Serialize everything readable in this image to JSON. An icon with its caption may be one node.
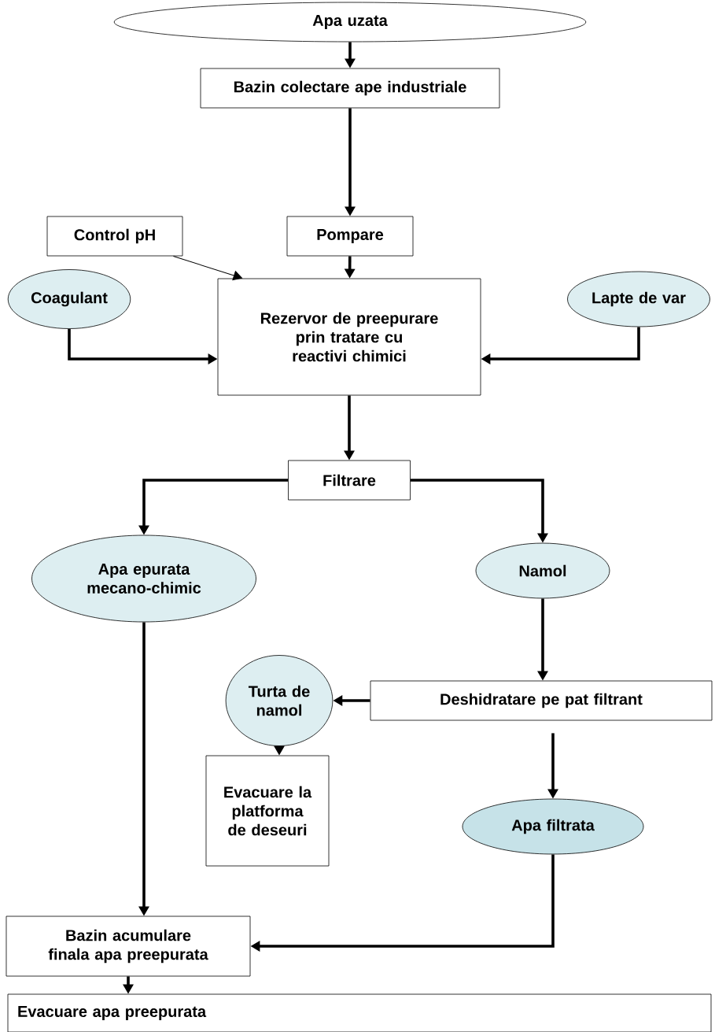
{
  "diagram": {
    "nodes": [
      {
        "text": [
          "Apa uzata"
        ]
      },
      {
        "text": [
          "Bazin colectare ape industriale"
        ]
      },
      {
        "text": [
          "Control pH"
        ]
      },
      {
        "text": [
          "Pompare"
        ]
      },
      {
        "text": [
          "Coagulant"
        ]
      },
      {
        "text": [
          "Rezervor de preepurare prin tratare cu reactivi chimici"
        ]
      },
      {
        "text": [
          "Lapte de var"
        ]
      },
      {
        "text": [
          "Filtrare"
        ]
      },
      {
        "text": [
          "Apa epurata mecano-chimic"
        ]
      },
      {
        "text": [
          "Namol"
        ]
      },
      {
        "text": [
          "Turta de namol"
        ]
      },
      {
        "text": [
          "Deshidratare pe pat filtrant"
        ]
      },
      {
        "text": [
          "Evacuare la platforma de deseuri"
        ]
      },
      {
        "text": [
          "Apa filtrata"
        ]
      },
      {
        "text": [
          "Bazin acumulare finala apa preepurata"
        ]
      },
      {
        "text": [
          "Evacuare apa preepurata"
        ]
      }
    ],
    "edges": [
      {
        "from": 0,
        "to": 1,
        "arrow": "to"
      },
      {
        "from": 1,
        "to": 3,
        "arrow": "to"
      },
      {
        "from": 3,
        "to": 5,
        "arrow": "to"
      },
      {
        "from": 2,
        "to": 5,
        "arrow": "to"
      },
      {
        "from": 4,
        "to": 5,
        "arrow": "to"
      },
      {
        "from": 6,
        "to": 5,
        "arrow": "to"
      },
      {
        "from": 5,
        "to": 7,
        "arrow": "to"
      },
      {
        "from": 7,
        "to": 8,
        "arrow": "to"
      },
      {
        "from": 7,
        "to": 9,
        "arrow": "to"
      },
      {
        "from": 9,
        "to": 11,
        "arrow": "to"
      },
      {
        "from": 11,
        "to": 10,
        "arrow": "to"
      },
      {
        "from": 10,
        "to": 12,
        "arrow": "to"
      },
      {
        "from": 11,
        "to": 13,
        "arrow": "to"
      },
      {
        "from": 8,
        "to": 14,
        "arrow": "to"
      },
      {
        "from": 13,
        "to": 14,
        "arrow": "to"
      },
      {
        "from": 14,
        "to": 15,
        "arrow": "to"
      }
    ]
  }
}
